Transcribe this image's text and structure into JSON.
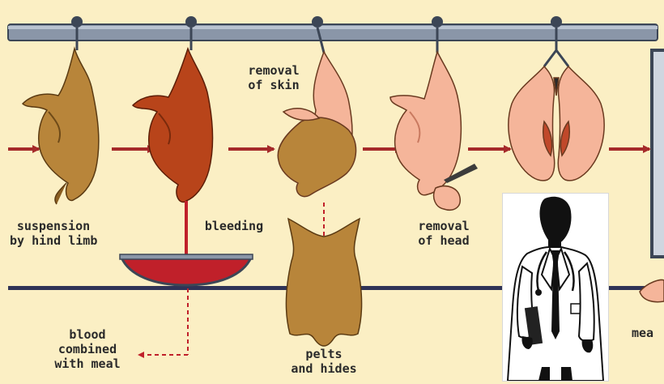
{
  "labels": {
    "suspension": [
      "suspension",
      "by hind limb"
    ],
    "bleeding": "bleeding",
    "skin": [
      "removal",
      "of skin"
    ],
    "head": [
      "removal",
      "of head"
    ],
    "blood": [
      "blood",
      "combined",
      "with meal"
    ],
    "pelts": [
      "pelts",
      "and hides"
    ],
    "meal": "mea"
  },
  "colors": {
    "background": "#fbefc4",
    "rail": "#8a96a8",
    "arrow": "#a52a2a",
    "carcass_brown": "#b8853a",
    "carcass_bleeding": "#b8441a",
    "carcass_skinned": "#f5b59a",
    "blood": "#c0202a"
  }
}
